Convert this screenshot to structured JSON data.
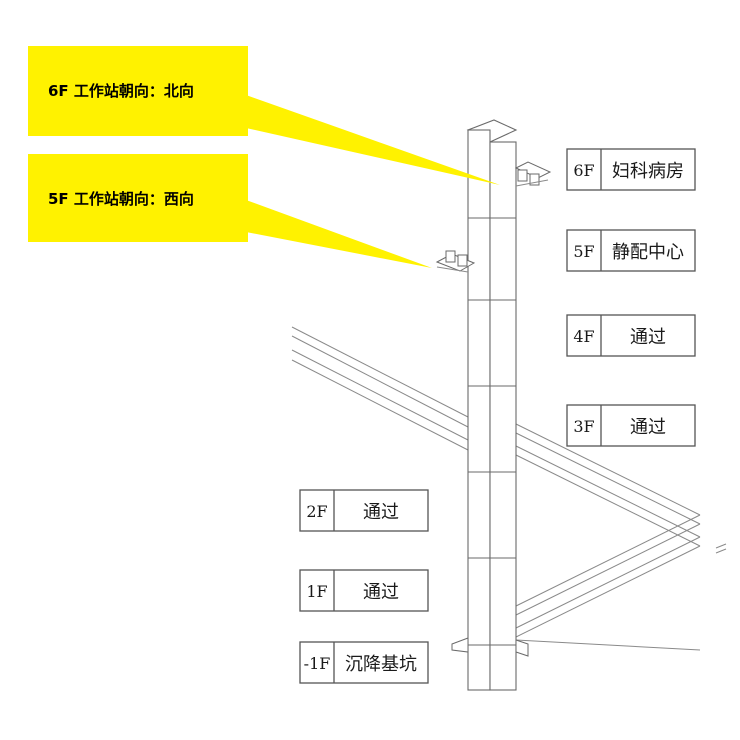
{
  "callouts": {
    "f6": {
      "text": "6F 工作站朝向：北向"
    },
    "f5": {
      "text": "5F 工作站朝向：西向"
    }
  },
  "floors": [
    {
      "code": "6F",
      "name": "妇科病房"
    },
    {
      "code": "5F",
      "name": "静配中心"
    },
    {
      "code": "4F",
      "name": "通过"
    },
    {
      "code": "3F",
      "name": "通过"
    },
    {
      "code": "2F",
      "name": "通过"
    },
    {
      "code": "1F",
      "name": "通过"
    },
    {
      "code": "-1F",
      "name": "沉降基坑"
    }
  ],
  "colors": {
    "highlight": "#fff200",
    "line": "#555555"
  }
}
